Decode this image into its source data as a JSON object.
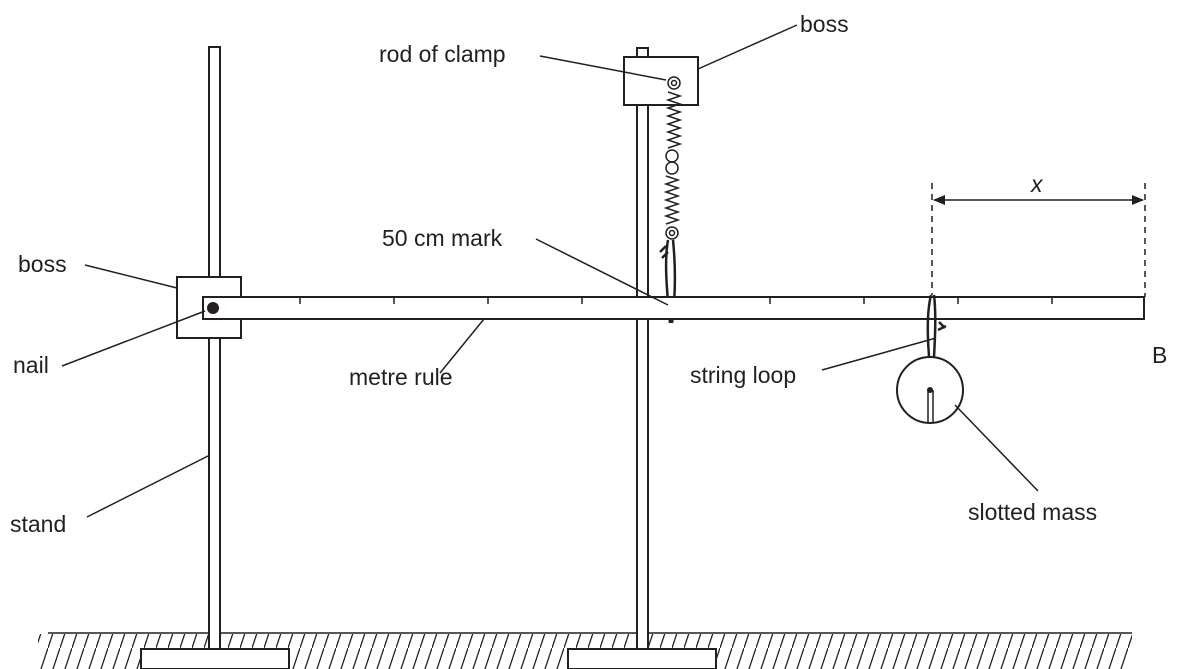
{
  "labels": {
    "boss_top": "boss",
    "rod_of_clamp": "rod of clamp",
    "boss_left": "boss",
    "mark_50cm": "50 cm mark",
    "nail": "nail",
    "metre_rule": "metre rule",
    "string_loop": "string loop",
    "end_b": "B",
    "distance_x": "x",
    "stand": "stand",
    "slotted_mass": "slotted mass"
  },
  "colors": {
    "ink": "#231f20",
    "paper": "#ffffff"
  }
}
